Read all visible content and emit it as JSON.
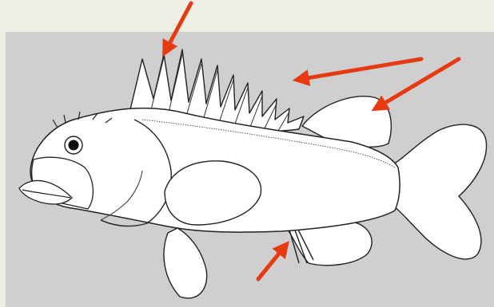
{
  "image": {
    "subject": "fish-illustration",
    "background_color": "#efeee3",
    "panel_color": "#cfcfcf",
    "body_color": "#ffffff",
    "line_color": "#222222",
    "arrow_color": "#e53a12",
    "arrows": [
      {
        "name": "arrow-spiny-dorsal-fin"
      },
      {
        "name": "arrow-dorsal-spines"
      },
      {
        "name": "arrow-soft-dorsal-fin"
      },
      {
        "name": "arrow-anal-fin-spines"
      }
    ]
  }
}
